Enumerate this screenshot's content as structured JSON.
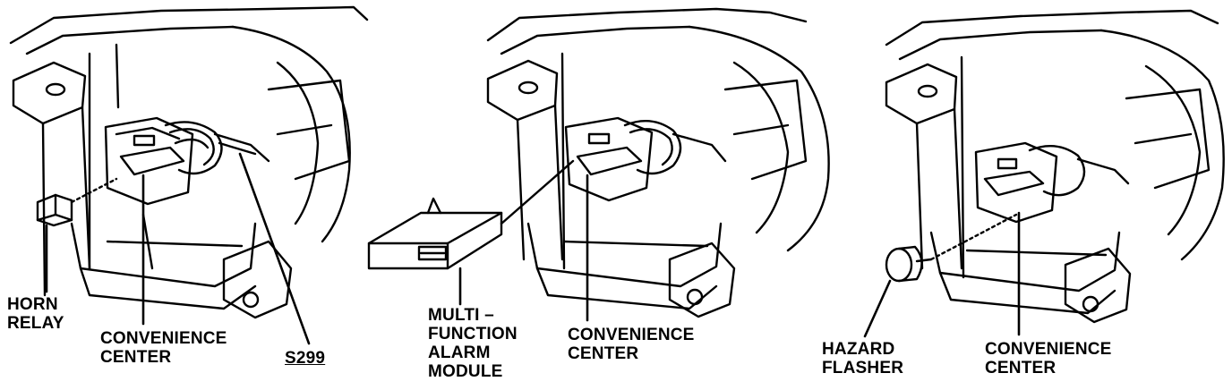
{
  "panels": [
    {
      "labels": {
        "horn_relay": [
          "HORN",
          "RELAY"
        ],
        "convenience_center": [
          "CONVENIENCE",
          "CENTER"
        ],
        "splice": "S299"
      }
    },
    {
      "labels": {
        "alarm_module": [
          "MULTI –",
          "FUNCTION",
          "ALARM",
          "MODULE"
        ],
        "convenience_center": [
          "CONVENIENCE",
          "CENTER"
        ]
      }
    },
    {
      "labels": {
        "hazard_flasher": [
          "HAZARD",
          "FLASHER"
        ],
        "convenience_center": [
          "CONVENIENCE",
          "CENTER"
        ]
      }
    }
  ]
}
